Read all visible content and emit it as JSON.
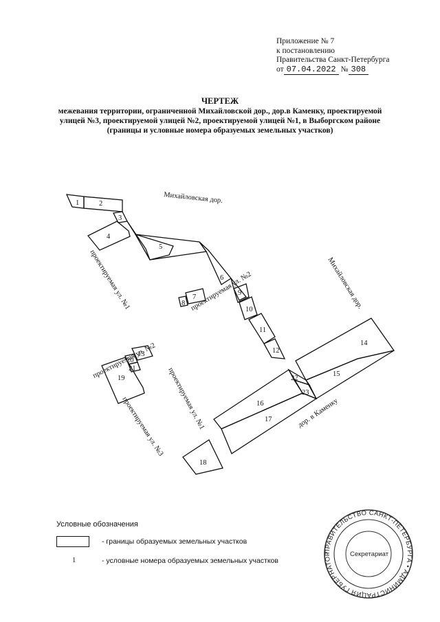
{
  "appendix": {
    "line1": "Приложение № 7",
    "line2": "к постановлению",
    "line3": "Правительства Санкт-Петербурга",
    "from_prefix": "от",
    "date": "07.04.2022",
    "number_prefix": "№",
    "number": "308"
  },
  "title": {
    "heading": "ЧЕРТЕЖ",
    "line1": "межевания территории, ограниченной Михайловской дор., дор.в Каменку, проектируемой",
    "line2": "улицей №3, проектируемой улицей №2, проектируемой улицей №1, в Выборгском районе",
    "line3": "(границы и условные номера образуемых земельных участков)"
  },
  "streets": {
    "mikhailovskaya_top": "Михайловская дор.",
    "mikhailovskaya_right": "Михайловская дор.",
    "proj1_left": "проектируемая ул. №1",
    "proj2_middle": "проектируемая ул. №2",
    "proj2_left": "проектируемая ул. №2",
    "proj3": "проектируемая ул. №3",
    "proj1_bottom": "проектируемая ул. №1",
    "kamenka": "дор. в Каменку"
  },
  "plots": [
    "1",
    "2",
    "3",
    "4",
    "5",
    "6",
    "7",
    "8",
    "9",
    "10",
    "11",
    "12",
    "13",
    "14",
    "15",
    "16",
    "17",
    "18",
    "19",
    "20",
    "21",
    "22",
    "23"
  ],
  "legend": {
    "title": "Условные обозначения",
    "boundary": "- границы образуемых земельных участков",
    "sample_number": "1",
    "numbers": "- условные номера образуемых земельных участков"
  },
  "seal": {
    "ring_text": "ПРАВИТЕЛЬСТВО САНКТ-ПЕТЕРБУРГА • АДМИНИСТРАЦИЯ ГУБЕРНАТОРА САНКТ-ПЕТЕРБУРГА •",
    "center": "Секретариат"
  }
}
